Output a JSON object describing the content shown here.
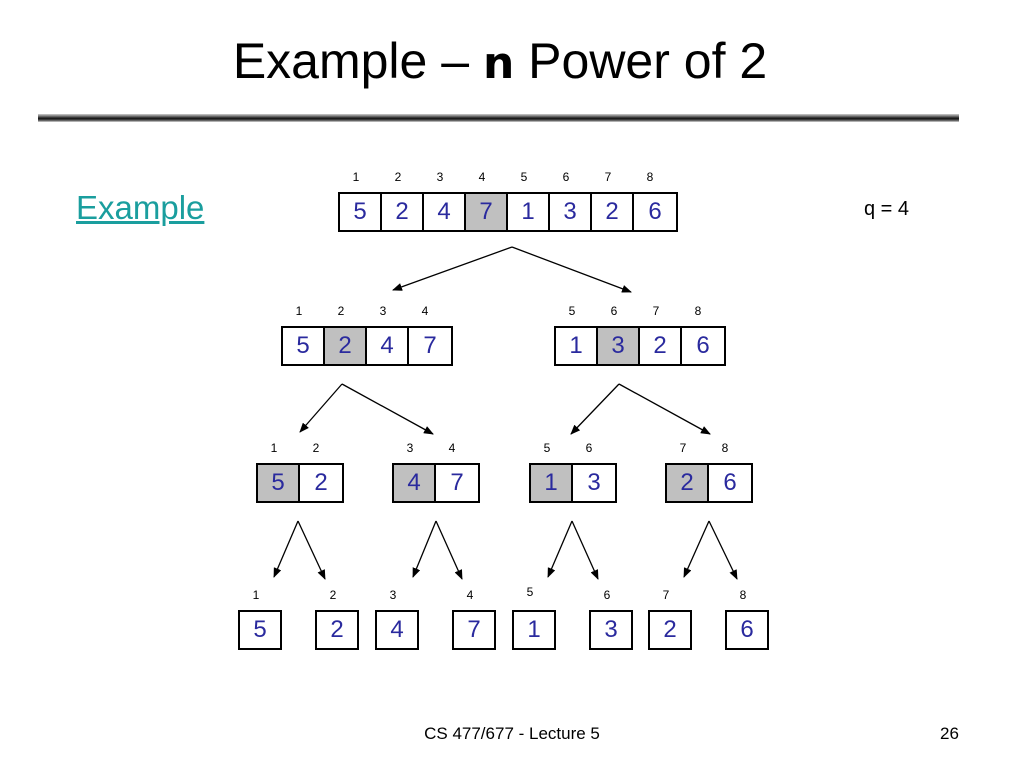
{
  "title": {
    "prefix": "Example – ",
    "n": "n",
    "suffix": " Power of 2"
  },
  "example_link": "Example",
  "q_label": "q = 4",
  "footer": "CS 477/677 - Lecture 5",
  "page_number": "26",
  "arrays": {
    "root": {
      "indices": [
        "1",
        "2",
        "3",
        "4",
        "5",
        "6",
        "7",
        "8"
      ],
      "values": [
        "5",
        "2",
        "4",
        "7",
        "1",
        "3",
        "2",
        "6"
      ],
      "highlighted": [
        3
      ]
    },
    "left": {
      "indices": [
        "1",
        "2",
        "3",
        "4"
      ],
      "values": [
        "5",
        "2",
        "4",
        "7"
      ],
      "highlighted": [
        1
      ]
    },
    "right": {
      "indices": [
        "5",
        "6",
        "7",
        "8"
      ],
      "values": [
        "1",
        "3",
        "2",
        "6"
      ],
      "highlighted": [
        1
      ]
    },
    "p12": {
      "indices": [
        "1",
        "2"
      ],
      "values": [
        "5",
        "2"
      ],
      "highlighted": [
        0
      ]
    },
    "p34": {
      "indices": [
        "3",
        "4"
      ],
      "values": [
        "4",
        "7"
      ],
      "highlighted": [
        0
      ]
    },
    "p56": {
      "indices": [
        "5",
        "6"
      ],
      "values": [
        "1",
        "3"
      ],
      "highlighted": [
        0
      ]
    },
    "p78": {
      "indices": [
        "7",
        "8"
      ],
      "values": [
        "2",
        "6"
      ],
      "highlighted": [
        0
      ]
    }
  },
  "leaves": {
    "indices": [
      "1",
      "2",
      "3",
      "4",
      "5",
      "6",
      "7",
      "8"
    ],
    "values": [
      "5",
      "2",
      "4",
      "7",
      "1",
      "3",
      "2",
      "6"
    ]
  }
}
